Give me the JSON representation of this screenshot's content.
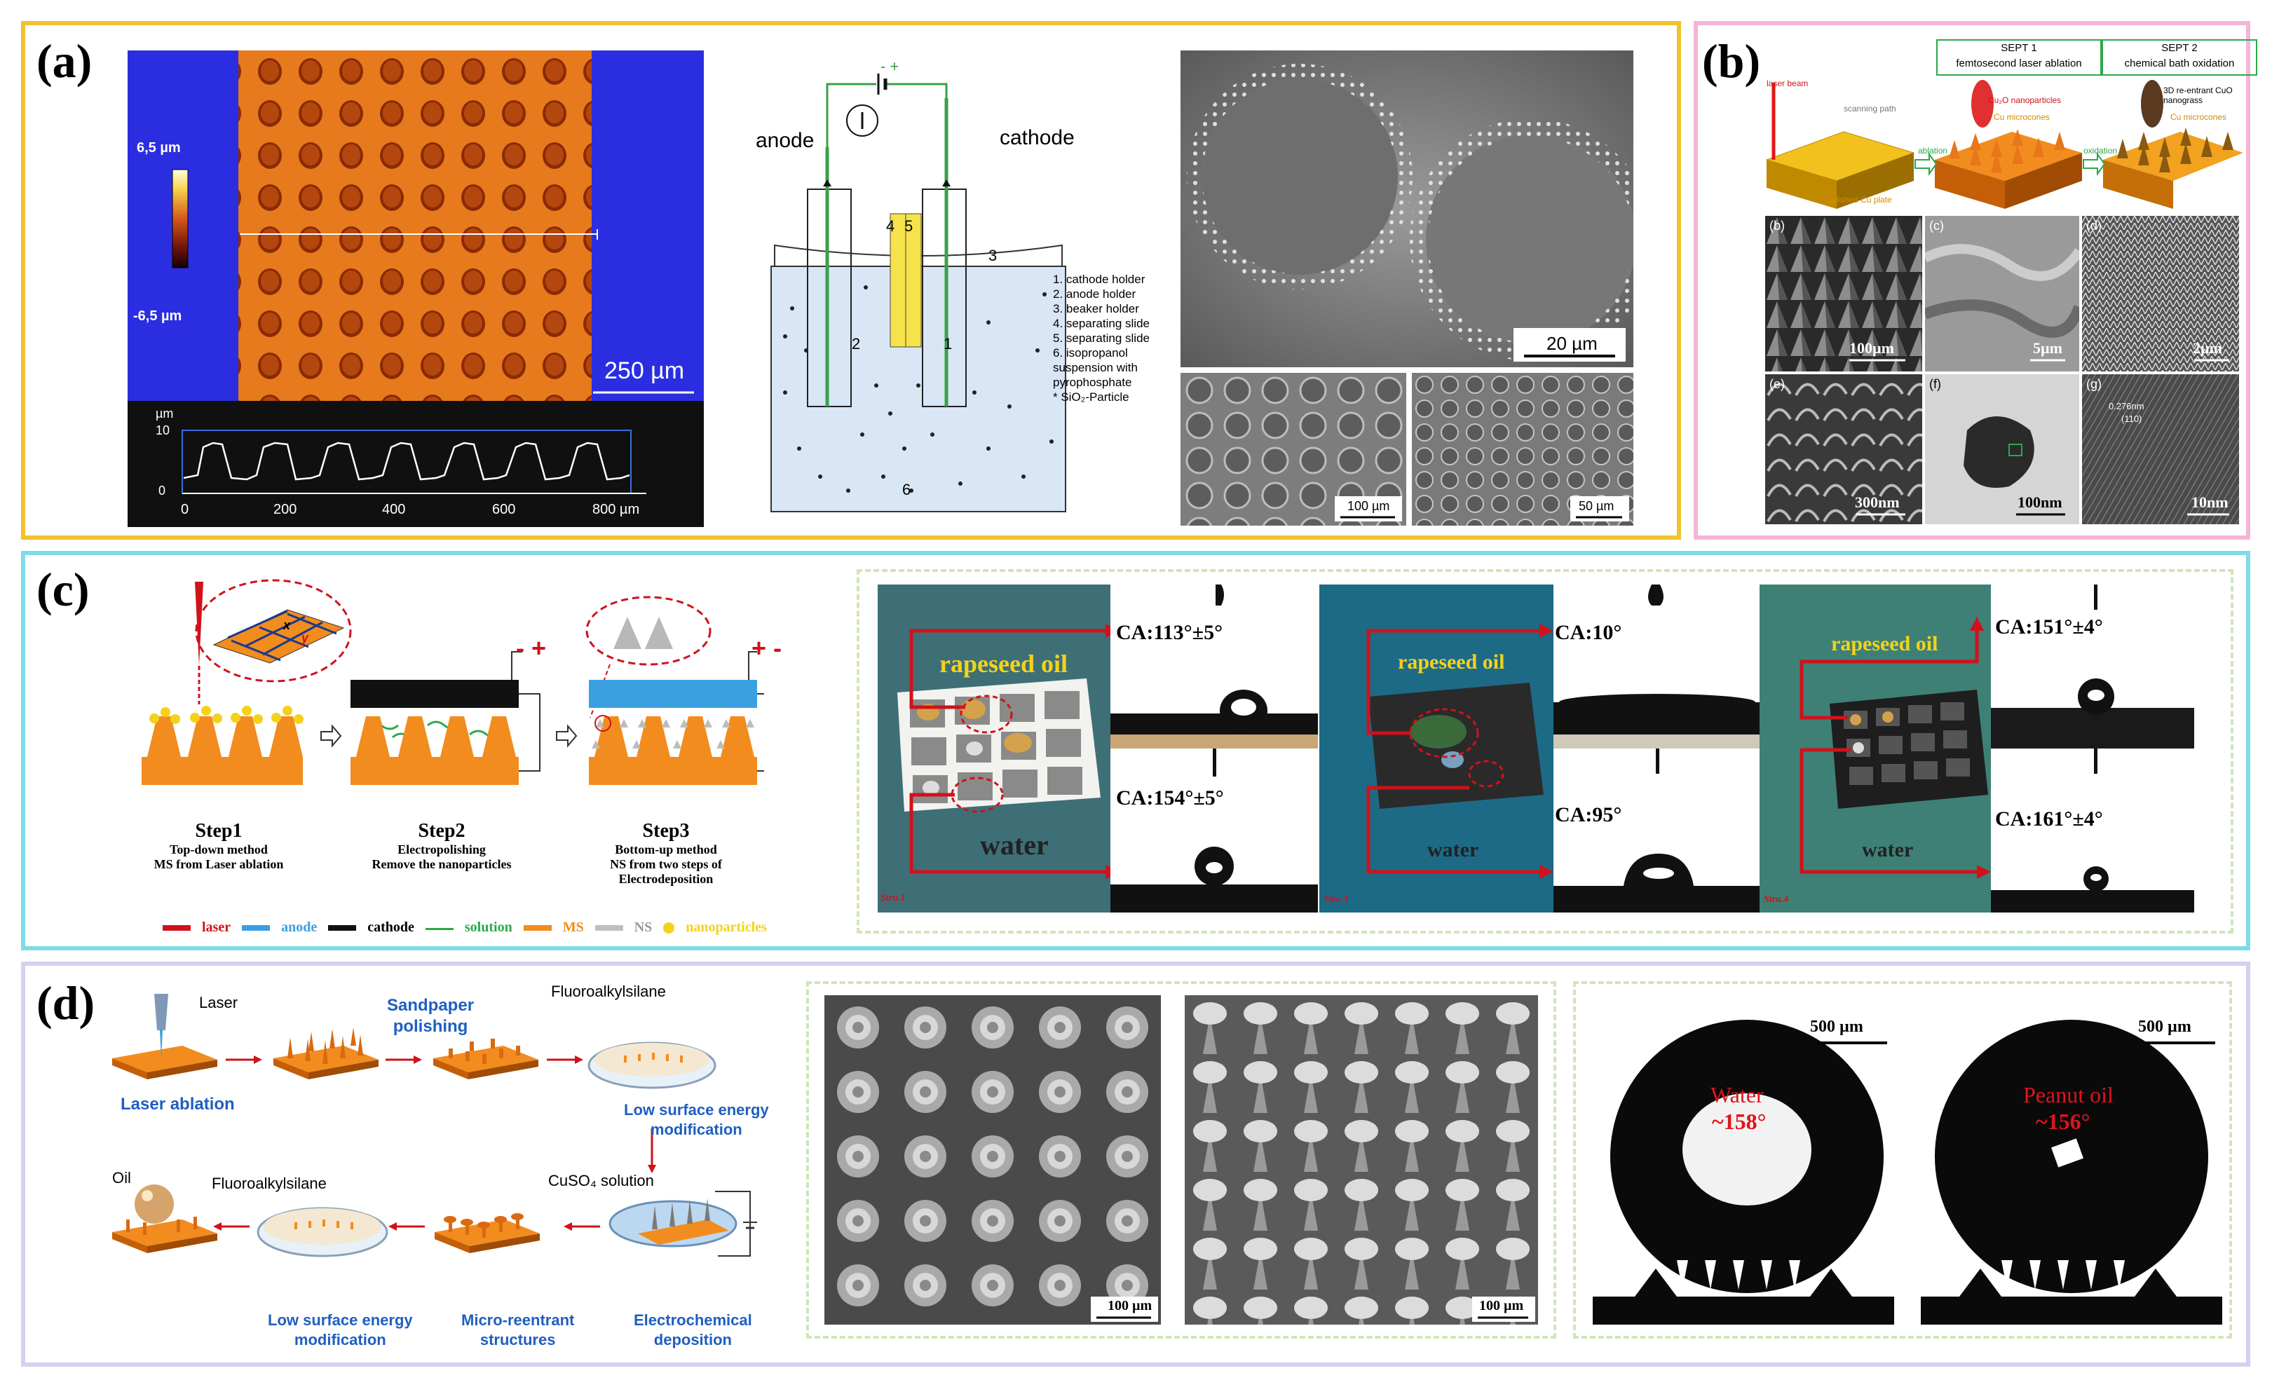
{
  "colors": {
    "panel_a_border": "#f2c12e",
    "panel_b_border": "#f4b6d6",
    "panel_c_border": "#7fdbe8",
    "panel_d_border": "#d3d1ef",
    "laser": "#d0121b",
    "orange": "#f28c1e",
    "cathode": "#111111",
    "anode": "#3aa0e0",
    "solution": "#2ca84a",
    "ns_gray": "#bfbfbf",
    "nanoparticle": "#f4d21a",
    "dashed_green": "#cfe6b8"
  },
  "panel_a": {
    "label": "(a)",
    "cbar_top": "6,5 µm",
    "cbar_bottom": "-6,5 µm",
    "scale": "250 µm",
    "profile_unit": "µm",
    "profile_y_ticks": [
      "10",
      "0"
    ],
    "profile_x_ticks": [
      "0",
      "200",
      "400",
      "600",
      "800 µm"
    ],
    "anode": "anode",
    "cathode": "cathode",
    "polarity": "- +",
    "cell_numbers": [
      "4",
      "5",
      "3",
      "2",
      "1",
      "6"
    ],
    "legend": [
      "1. cathode holder",
      "2. anode holder",
      "3. beaker holder",
      "4. separating slide",
      "5. separating slide",
      "6. isopropanol",
      "suspension with",
      "pyrophosphate",
      "* SiO₂-Particle"
    ],
    "sem_scales": [
      "20 µm",
      "100 µm",
      "50 µm"
    ]
  },
  "panel_b": {
    "label": "(b)",
    "step1_title": "SEPT 1",
    "step1_sub": "femtosecond laser ablation",
    "step2_title": "SEPT 2",
    "step2_sub": "chemical bath oxidation",
    "laser_beam": "laser beam",
    "scanning_path": "scanning path",
    "cu2o": "Cu₂O nanoparticles",
    "cuo": "3D re-entrant CuO nanograss",
    "microcones1": "Cu microcones",
    "microcones2": "Cu microcones",
    "polished": "polished Cu plate",
    "ablation": "ablation",
    "oxidation": "oxidation",
    "tile_letters": [
      "(b)",
      "(c)",
      "(d)",
      "(e)",
      "(f)",
      "(g)"
    ],
    "tile_scales": [
      "100µm",
      "5µm",
      "2µm",
      "300nm",
      "100nm",
      "10nm"
    ],
    "lattice": "0.276nm",
    "plane": "(110)"
  },
  "panel_c": {
    "label": "(c)",
    "steps": [
      {
        "title": "Step1",
        "desc": [
          "Top-down method",
          "MS from Laser ablation"
        ]
      },
      {
        "title": "Step2",
        "desc": [
          "Electropolishing",
          "Remove the nanoparticles"
        ]
      },
      {
        "title": "Step3",
        "desc": [
          "Bottom-up method",
          "NS  from two steps of",
          "Electrodeposition"
        ]
      }
    ],
    "legend": [
      {
        "label": "laser",
        "color": "#d0121b"
      },
      {
        "label": "anode",
        "color": "#3aa0e0"
      },
      {
        "label": "cathode",
        "color": "#111111"
      },
      {
        "label": "solution",
        "color": "#2ca84a"
      },
      {
        "label": "MS",
        "color": "#f28c1e"
      },
      {
        "label": "NS",
        "color": "#bfbfbf"
      },
      {
        "label": "nanoparticles",
        "color": "#f4d21a"
      }
    ],
    "polarity_a": "- +",
    "polarity_b": "+ -",
    "axis_x": "x",
    "axis_y": "y",
    "groups": [
      {
        "oil": "rapeseed oil",
        "water": "water",
        "stru": "Stru.1",
        "ca_oil": "CA:113°±5°",
        "ca_water": "CA:154°±5°"
      },
      {
        "oil": "rapeseed oil",
        "water": "water",
        "stru": "Stru.3",
        "ca_oil": "CA:10°",
        "ca_water": "CA:95°"
      },
      {
        "oil": "rapeseed oil",
        "water": "water",
        "stru": "Stru.4",
        "ca_oil": "CA:151°±4°",
        "ca_water": "CA:161°±4°"
      }
    ]
  },
  "panel_d": {
    "label": "(d)",
    "laser": "Laser",
    "sandpaper": "Sandpaper\npolishing",
    "fas1": "Fluoroalkylsilane",
    "laser_ablation": "Laser ablation",
    "low_energy1": "Low surface energy\nmodification",
    "cuso4": "CuSO₄ solution",
    "oil": "Oil",
    "fas2": "Fluoroalkylsilane",
    "low_energy2": "Low surface energy\nmodification",
    "micro": "Micro-reentrant\nstructures",
    "electro": "Electrochemical\ndeposition",
    "sem_scale1": "100 µm",
    "sem_scale2": "100 µm",
    "drop1_scale": "500 µm",
    "drop1_liquid": "Water",
    "drop1_angle": "~158°",
    "drop2_scale": "500 µm",
    "drop2_liquid": "Peanut oil",
    "drop2_angle": "~156°"
  }
}
